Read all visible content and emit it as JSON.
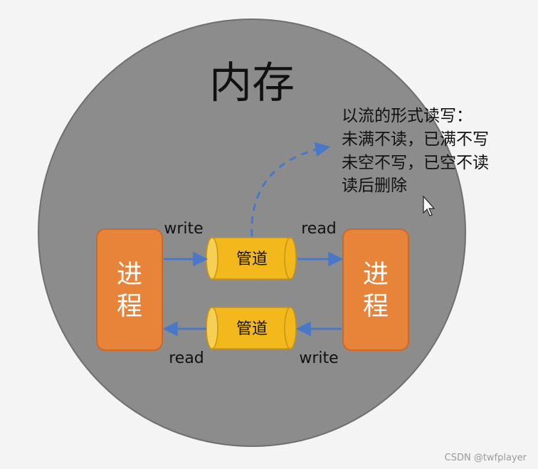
{
  "title": "内存",
  "note": {
    "lines": [
      "以流的形式读写：",
      "未满不读，已满不写",
      "未空不写，已空不读",
      "读后删除"
    ]
  },
  "left_process": {
    "label_line1": "进",
    "label_line2": "程"
  },
  "right_process": {
    "label_line1": "进",
    "label_line2": "程"
  },
  "top_pipe": {
    "label": "管道",
    "in_label": "write",
    "out_label": "read"
  },
  "bottom_pipe": {
    "label": "管道",
    "in_label": "write",
    "out_label": "read"
  },
  "watermark": "CSDN @twfplayer",
  "colors": {
    "memory_circle": "#8c8c8c",
    "process_box": "#e8833a",
    "pipe": "#f2b81c",
    "arrow": "#4a78c8"
  }
}
